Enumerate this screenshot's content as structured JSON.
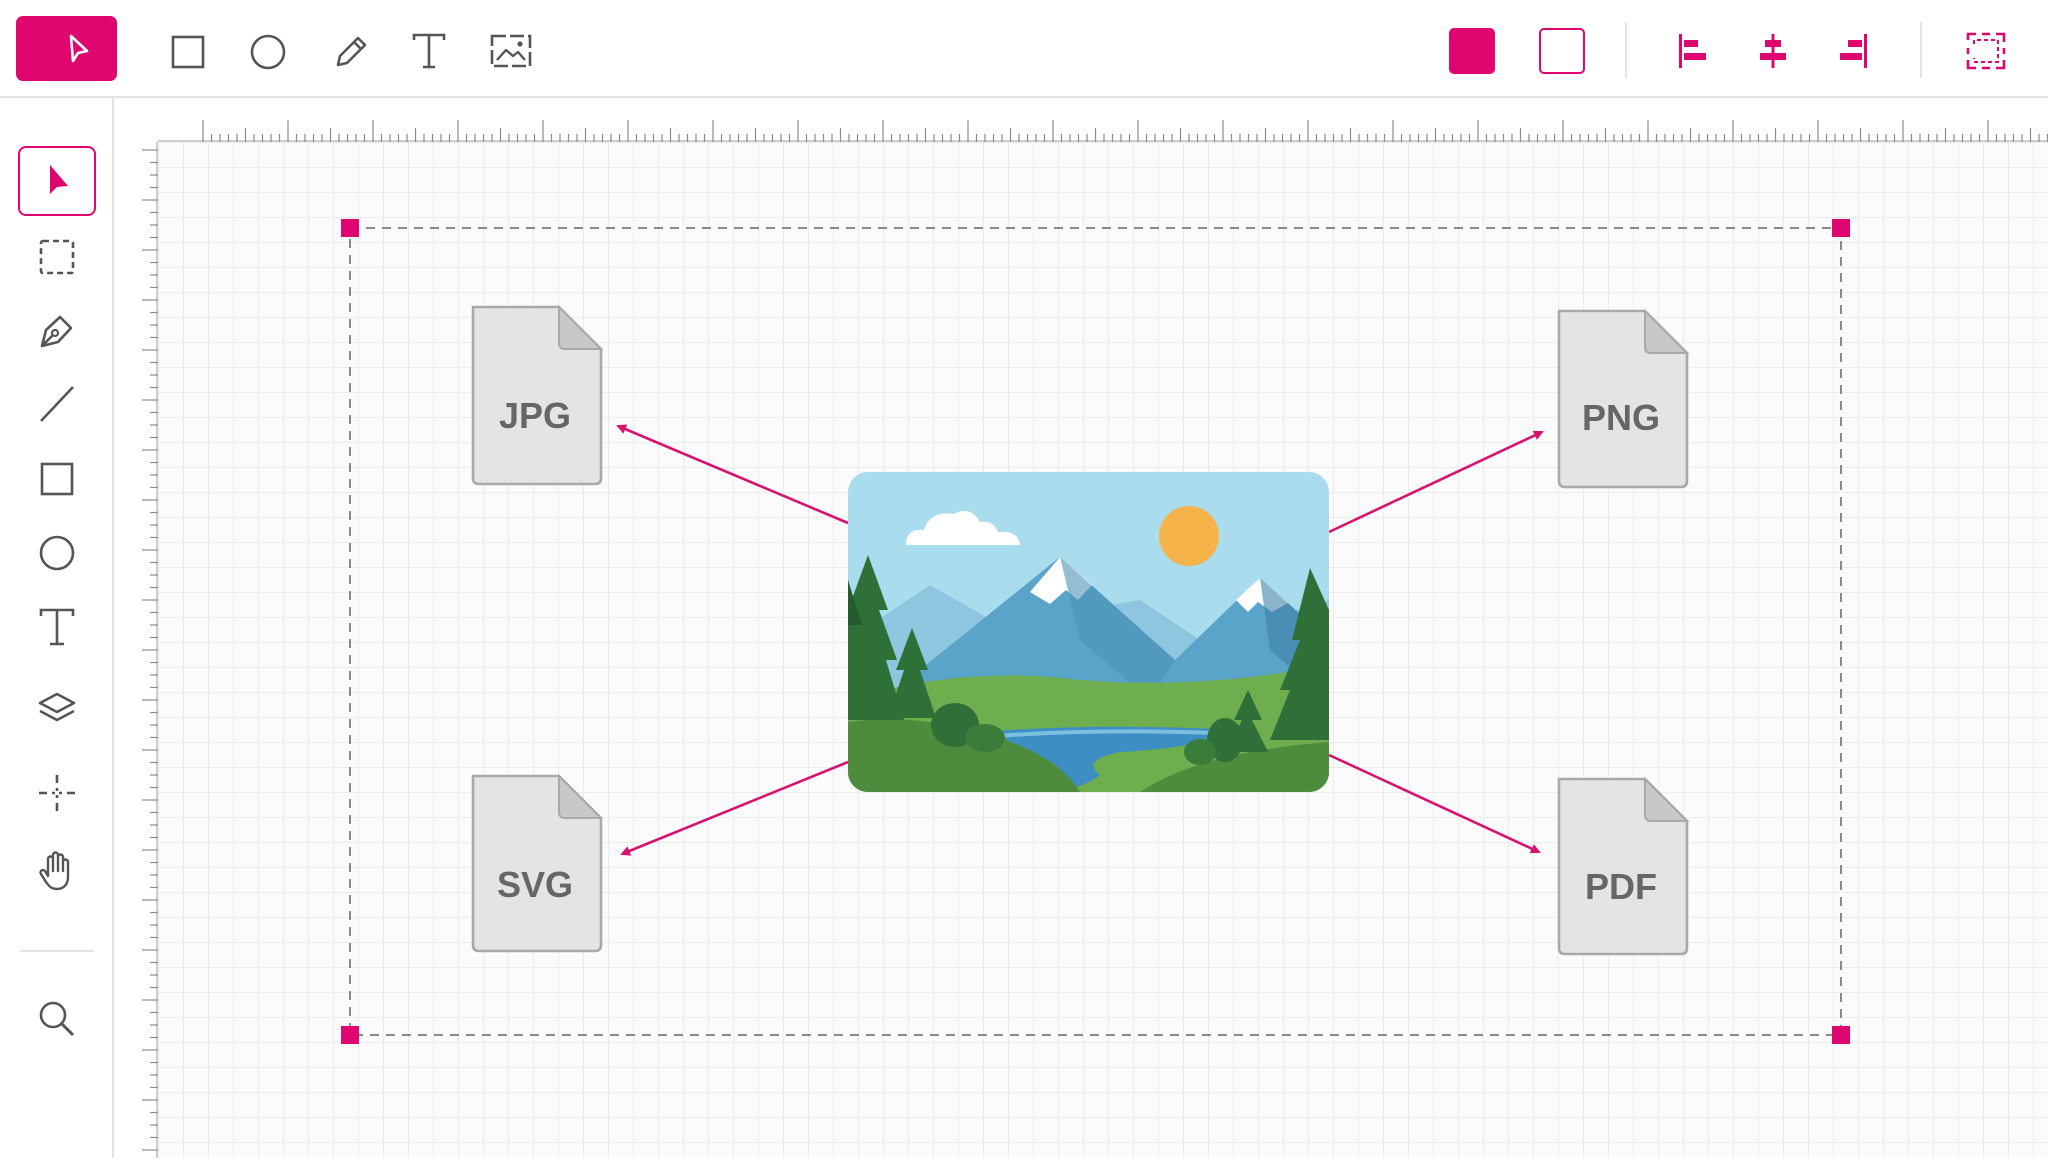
{
  "toolbar": {
    "tools": [
      {
        "name": "pointer",
        "icon": "pointer-icon",
        "active": true
      },
      {
        "name": "rectangle",
        "icon": "rectangle-icon"
      },
      {
        "name": "ellipse",
        "icon": "circle-icon"
      },
      {
        "name": "pencil",
        "icon": "pencil-icon"
      },
      {
        "name": "text",
        "icon": "text-icon"
      },
      {
        "name": "image",
        "icon": "image-icon"
      }
    ],
    "fill_swatch": {
      "icon": "fill-color-swatch",
      "color": "#e0066f"
    },
    "stroke_swatch": {
      "icon": "stroke-color-swatch",
      "color": "#e0066f"
    },
    "align": [
      "align-left-icon",
      "align-center-icon",
      "align-right-icon"
    ],
    "group_icon": "group-selection-icon"
  },
  "sidebar": {
    "tools": [
      "select-arrow-icon",
      "marquee-select-icon",
      "pen-icon",
      "line-icon",
      "rectangle-icon",
      "circle-icon",
      "text-icon",
      "layers-icon",
      "crosshair-icon",
      "hand-icon",
      "zoom-icon"
    ],
    "active": "select-arrow-icon"
  },
  "diagram": {
    "files": {
      "jpg": {
        "label": "JPG"
      },
      "png": {
        "label": "PNG"
      },
      "svg": {
        "label": "SVG"
      },
      "pdf": {
        "label": "PDF"
      }
    },
    "center_image": "landscape-image",
    "arrow_color": "#d6146f",
    "selection_color": "#e0066f"
  },
  "colors": {
    "accent": "#e0066f",
    "canvas_bg": "#fbfbfb",
    "grid": "#ececec",
    "file_fill": "#e4e4e4",
    "file_stroke": "#a9a9a9",
    "file_text": "#666666"
  }
}
